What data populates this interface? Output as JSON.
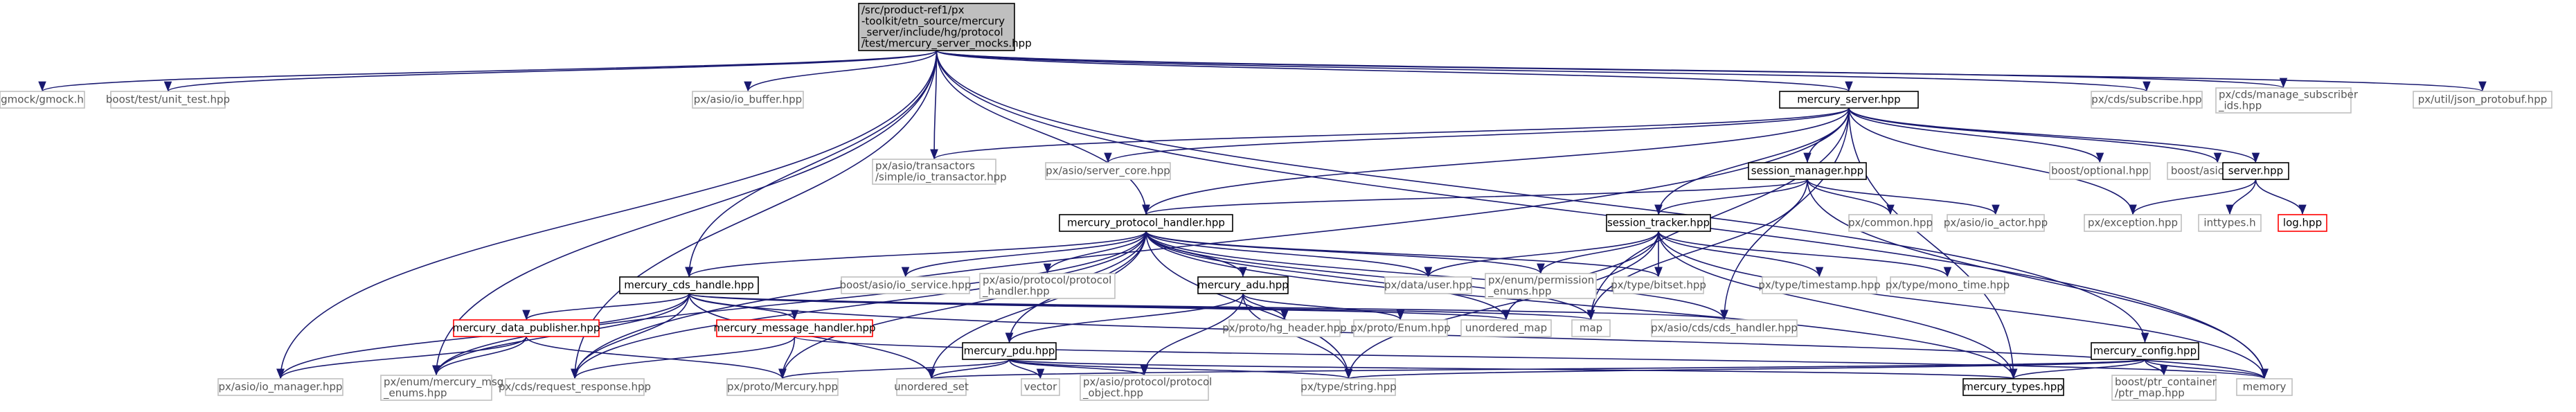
{
  "diagram": {
    "type": "include-dependency-graph",
    "colors": {
      "edge": "#191970",
      "root_fill": "#bfbfbf",
      "root_stroke": "#000000",
      "internal_stroke": "#000000",
      "external_stroke": "#bfbfbf",
      "external_text": "#555555",
      "missing_stroke": "#ff0000",
      "text": "#000000"
    },
    "nodes": [
      {
        "id": "root",
        "kind": "root",
        "lines": [
          "/src/product-ref1/px",
          "-toolkit/etn_source/mercury",
          "_server/include/hg/protocol",
          "/test/mercury_server_mocks.hpp"
        ]
      },
      {
        "id": "gmock",
        "kind": "external",
        "lines": [
          "gmock/gmock.h"
        ]
      },
      {
        "id": "unit_test",
        "kind": "external",
        "lines": [
          "boost/test/unit_test.hpp"
        ]
      },
      {
        "id": "io_buffer",
        "kind": "external",
        "lines": [
          "px/asio/io_buffer.hpp"
        ]
      },
      {
        "id": "mercury_server",
        "kind": "internal",
        "lines": [
          "mercury_server.hpp"
        ]
      },
      {
        "id": "cds_subscribe",
        "kind": "external",
        "lines": [
          "px/cds/subscribe.hpp"
        ]
      },
      {
        "id": "manage_subscriber",
        "kind": "external",
        "lines": [
          "px/cds/manage_subscriber",
          "_ids.hpp"
        ]
      },
      {
        "id": "json_protobuf",
        "kind": "external",
        "lines": [
          "px/util/json_protobuf.hpp"
        ]
      },
      {
        "id": "io_transactor",
        "kind": "external",
        "lines": [
          "px/asio/transactors",
          "/simple/io_transactor.hpp"
        ]
      },
      {
        "id": "server_core",
        "kind": "external",
        "lines": [
          "px/asio/server_core.hpp"
        ]
      },
      {
        "id": "session_manager",
        "kind": "internal",
        "lines": [
          "session_manager.hpp"
        ]
      },
      {
        "id": "boost_optional",
        "kind": "external",
        "lines": [
          "boost/optional.hpp"
        ]
      },
      {
        "id": "boost_ssl",
        "kind": "external",
        "lines": [
          "boost/asio/ssl.hpp"
        ]
      },
      {
        "id": "server_hpp",
        "kind": "internal",
        "lines": [
          "server.hpp"
        ]
      },
      {
        "id": "protocol_handler",
        "kind": "internal",
        "lines": [
          "mercury_protocol_handler.hpp"
        ]
      },
      {
        "id": "session_tracker",
        "kind": "internal",
        "lines": [
          "session_tracker.hpp"
        ]
      },
      {
        "id": "px_common",
        "kind": "external",
        "lines": [
          "px/common.hpp"
        ]
      },
      {
        "id": "io_actor",
        "kind": "external",
        "lines": [
          "px/asio/io_actor.hpp"
        ]
      },
      {
        "id": "px_exception",
        "kind": "external",
        "lines": [
          "px/exception.hpp"
        ]
      },
      {
        "id": "inttypes",
        "kind": "external",
        "lines": [
          "inttypes.h"
        ]
      },
      {
        "id": "log_hpp",
        "kind": "missing",
        "lines": [
          "log.hpp"
        ]
      },
      {
        "id": "cds_handle",
        "kind": "internal",
        "lines": [
          "mercury_cds_handle.hpp"
        ]
      },
      {
        "id": "io_service",
        "kind": "external",
        "lines": [
          "boost/asio/io_service.hpp"
        ]
      },
      {
        "id": "asio_protocol_handler",
        "kind": "external",
        "lines": [
          "px/asio/protocol/protocol",
          "_handler.hpp"
        ]
      },
      {
        "id": "adu",
        "kind": "internal",
        "lines": [
          "mercury_adu.hpp"
        ]
      },
      {
        "id": "data_user",
        "kind": "external",
        "lines": [
          "px/data/user.hpp"
        ]
      },
      {
        "id": "permission_enums",
        "kind": "external",
        "lines": [
          "px/enum/permission",
          "_enums.hpp"
        ]
      },
      {
        "id": "bitset",
        "kind": "external",
        "lines": [
          "px/type/bitset.hpp"
        ]
      },
      {
        "id": "timestamp",
        "kind": "external",
        "lines": [
          "px/type/timestamp.hpp"
        ]
      },
      {
        "id": "mono_time",
        "kind": "external",
        "lines": [
          "px/type/mono_time.hpp"
        ]
      },
      {
        "id": "data_publisher",
        "kind": "missing",
        "lines": [
          "mercury_data_publisher.hpp"
        ]
      },
      {
        "id": "message_handler",
        "kind": "missing",
        "lines": [
          "mercury_message_handler.hpp"
        ]
      },
      {
        "id": "hg_header",
        "kind": "external",
        "lines": [
          "px/proto/hg_header.hpp"
        ]
      },
      {
        "id": "proto_enum",
        "kind": "external",
        "lines": [
          "px/proto/Enum.hpp"
        ]
      },
      {
        "id": "unordered_map",
        "kind": "external",
        "lines": [
          "unordered_map"
        ]
      },
      {
        "id": "map",
        "kind": "external",
        "lines": [
          "map"
        ]
      },
      {
        "id": "cds_handler",
        "kind": "external",
        "lines": [
          "px/asio/cds/cds_handler.hpp"
        ]
      },
      {
        "id": "pdu",
        "kind": "internal",
        "lines": [
          "mercury_pdu.hpp"
        ]
      },
      {
        "id": "config",
        "kind": "internal",
        "lines": [
          "mercury_config.hpp"
        ]
      },
      {
        "id": "io_manager",
        "kind": "external",
        "lines": [
          "px/asio/io_manager.hpp"
        ]
      },
      {
        "id": "msg_enums",
        "kind": "external",
        "lines": [
          "px/enum/mercury_msg",
          "_enums.hpp"
        ]
      },
      {
        "id": "request_response",
        "kind": "external",
        "lines": [
          "px/cds/request_response.hpp"
        ]
      },
      {
        "id": "proto_mercury",
        "kind": "external",
        "lines": [
          "px/proto/Mercury.hpp"
        ]
      },
      {
        "id": "unordered_set",
        "kind": "external",
        "lines": [
          "unordered_set"
        ]
      },
      {
        "id": "vector",
        "kind": "external",
        "lines": [
          "vector"
        ]
      },
      {
        "id": "protocol_object",
        "kind": "external",
        "lines": [
          "px/asio/protocol/protocol",
          "_object.hpp"
        ]
      },
      {
        "id": "px_string",
        "kind": "external",
        "lines": [
          "px/type/string.hpp"
        ]
      },
      {
        "id": "mercury_types",
        "kind": "internal",
        "lines": [
          "mercury_types.hpp"
        ]
      },
      {
        "id": "ptr_map",
        "kind": "external",
        "lines": [
          "boost/ptr_container",
          "/ptr_map.hpp"
        ]
      },
      {
        "id": "memory",
        "kind": "external",
        "lines": [
          "memory"
        ]
      }
    ],
    "edges": [
      [
        "root",
        "gmock"
      ],
      [
        "root",
        "unit_test"
      ],
      [
        "root",
        "io_buffer"
      ],
      [
        "root",
        "mercury_server"
      ],
      [
        "root",
        "cds_subscribe"
      ],
      [
        "root",
        "manage_subscriber"
      ],
      [
        "root",
        "json_protobuf"
      ],
      [
        "root",
        "io_transactor"
      ],
      [
        "root",
        "protocol_handler"
      ],
      [
        "root",
        "cds_handle"
      ],
      [
        "root",
        "config"
      ],
      [
        "root",
        "io_manager"
      ],
      [
        "root",
        "msg_enums"
      ],
      [
        "root",
        "request_response"
      ],
      [
        "root",
        "memory"
      ],
      [
        "mercury_server",
        "io_transactor"
      ],
      [
        "mercury_server",
        "server_core"
      ],
      [
        "mercury_server",
        "session_manager"
      ],
      [
        "mercury_server",
        "boost_optional"
      ],
      [
        "mercury_server",
        "boost_ssl"
      ],
      [
        "mercury_server",
        "server_hpp"
      ],
      [
        "mercury_server",
        "px_exception"
      ],
      [
        "mercury_server",
        "session_tracker"
      ],
      [
        "mercury_server",
        "protocol_handler"
      ],
      [
        "mercury_server",
        "cds_handler"
      ],
      [
        "mercury_server",
        "map"
      ],
      [
        "mercury_server",
        "mercury_types"
      ],
      [
        "mercury_server",
        "request_response"
      ],
      [
        "session_manager",
        "protocol_handler"
      ],
      [
        "session_manager",
        "session_tracker"
      ],
      [
        "session_manager",
        "px_common"
      ],
      [
        "session_manager",
        "io_actor"
      ],
      [
        "session_manager",
        "memory"
      ],
      [
        "session_manager",
        "map"
      ],
      [
        "server_hpp",
        "px_exception"
      ],
      [
        "server_hpp",
        "inttypes"
      ],
      [
        "server_hpp",
        "log_hpp"
      ],
      [
        "session_tracker",
        "data_user"
      ],
      [
        "session_tracker",
        "permission_enums"
      ],
      [
        "session_tracker",
        "bitset"
      ],
      [
        "session_tracker",
        "timestamp"
      ],
      [
        "session_tracker",
        "mono_time"
      ],
      [
        "session_tracker",
        "mercury_types"
      ],
      [
        "session_tracker",
        "memory"
      ],
      [
        "session_tracker",
        "px_string"
      ],
      [
        "session_tracker",
        "unordered_map"
      ],
      [
        "protocol_handler",
        "cds_handle"
      ],
      [
        "protocol_handler",
        "io_service"
      ],
      [
        "protocol_handler",
        "asio_protocol_handler"
      ],
      [
        "protocol_handler",
        "adu"
      ],
      [
        "protocol_handler",
        "data_user"
      ],
      [
        "protocol_handler",
        "permission_enums"
      ],
      [
        "protocol_handler",
        "bitset"
      ],
      [
        "protocol_handler",
        "unordered_map"
      ],
      [
        "protocol_handler",
        "map"
      ],
      [
        "protocol_handler",
        "cds_handler"
      ],
      [
        "protocol_handler",
        "pdu"
      ],
      [
        "protocol_handler",
        "px_string"
      ],
      [
        "protocol_handler",
        "mercury_types"
      ],
      [
        "protocol_handler",
        "unordered_set"
      ],
      [
        "protocol_handler",
        "proto_mercury"
      ],
      [
        "protocol_handler",
        "request_response"
      ],
      [
        "protocol_handler",
        "msg_enums"
      ],
      [
        "cds_handle",
        "data_publisher"
      ],
      [
        "cds_handle",
        "message_handler"
      ],
      [
        "cds_handle",
        "unordered_map"
      ],
      [
        "cds_handle",
        "map"
      ],
      [
        "cds_handle",
        "cds_handler"
      ],
      [
        "cds_handle",
        "io_manager"
      ],
      [
        "cds_handle",
        "msg_enums"
      ],
      [
        "cds_handle",
        "request_response"
      ],
      [
        "cds_handle",
        "unordered_set"
      ],
      [
        "cds_handle",
        "memory"
      ],
      [
        "adu",
        "pdu"
      ],
      [
        "adu",
        "hg_header"
      ],
      [
        "adu",
        "proto_enum"
      ],
      [
        "adu",
        "protocol_object"
      ],
      [
        "adu",
        "px_string"
      ],
      [
        "data_publisher",
        "io_manager"
      ],
      [
        "data_publisher",
        "msg_enums"
      ],
      [
        "data_publisher",
        "proto_mercury"
      ],
      [
        "message_handler",
        "request_response"
      ],
      [
        "message_handler",
        "proto_mercury"
      ],
      [
        "message_handler",
        "memory"
      ],
      [
        "pdu",
        "unordered_set"
      ],
      [
        "pdu",
        "vector"
      ],
      [
        "pdu",
        "protocol_object"
      ],
      [
        "pdu",
        "px_string"
      ],
      [
        "pdu",
        "proto_mercury"
      ],
      [
        "pdu",
        "mercury_types"
      ],
      [
        "config",
        "unordered_set"
      ],
      [
        "config",
        "px_string"
      ],
      [
        "config",
        "mercury_types"
      ],
      [
        "config",
        "ptr_map"
      ],
      [
        "config",
        "memory"
      ]
    ]
  }
}
